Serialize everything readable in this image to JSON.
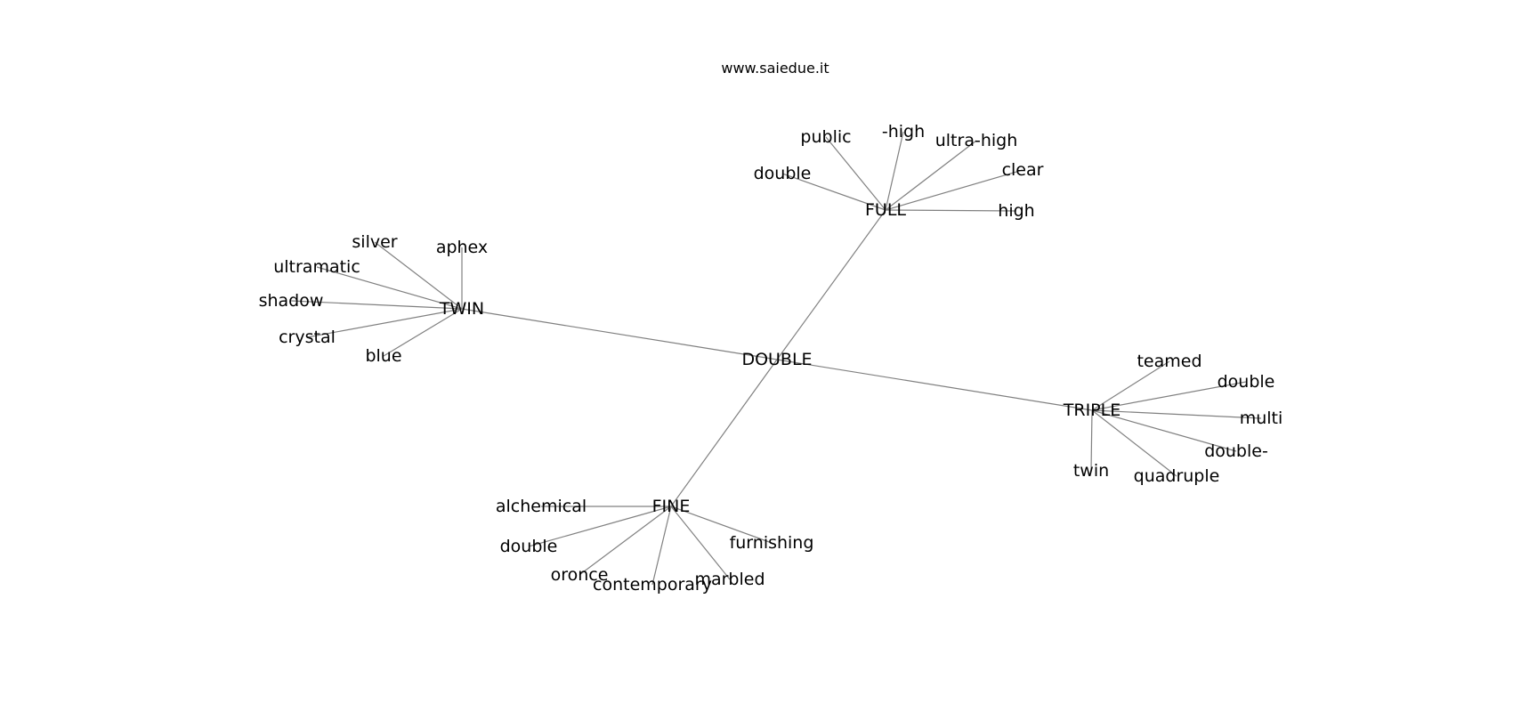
{
  "header": {
    "site": "www.saiedue.it"
  },
  "graph": {
    "edge_color": "#808080",
    "text_color": "#000000",
    "center": {
      "id": "double_center",
      "label": "DOUBLE"
    },
    "hubs": [
      {
        "id": "full",
        "label": "FULL",
        "leaves": [
          {
            "id": "full_public",
            "label": "public"
          },
          {
            "id": "full_minus_high",
            "label": "-high"
          },
          {
            "id": "full_ultra_high",
            "label": "ultra-high"
          },
          {
            "id": "full_clear",
            "label": "clear"
          },
          {
            "id": "full_high",
            "label": "high"
          },
          {
            "id": "full_double",
            "label": "double"
          }
        ]
      },
      {
        "id": "twin",
        "label": "TWIN",
        "leaves": [
          {
            "id": "twin_silver",
            "label": "silver"
          },
          {
            "id": "twin_aphex",
            "label": "aphex"
          },
          {
            "id": "twin_ultramatic",
            "label": "ultramatic"
          },
          {
            "id": "twin_shadow",
            "label": "shadow"
          },
          {
            "id": "twin_crystal",
            "label": "crystal"
          },
          {
            "id": "twin_blue",
            "label": "blue"
          }
        ]
      },
      {
        "id": "triple",
        "label": "TRIPLE",
        "leaves": [
          {
            "id": "triple_teamed",
            "label": "teamed"
          },
          {
            "id": "triple_double",
            "label": "double"
          },
          {
            "id": "triple_multi",
            "label": "multi"
          },
          {
            "id": "triple_double_dash",
            "label": "double-"
          },
          {
            "id": "triple_quadruple",
            "label": "quadruple"
          },
          {
            "id": "triple_twin",
            "label": "twin"
          }
        ]
      },
      {
        "id": "fine",
        "label": "FINE",
        "leaves": [
          {
            "id": "fine_alchemical",
            "label": "alchemical"
          },
          {
            "id": "fine_double",
            "label": "double"
          },
          {
            "id": "fine_oronce",
            "label": "oronce"
          },
          {
            "id": "fine_contemporary",
            "label": "contemporary"
          },
          {
            "id": "fine_marbled",
            "label": "marbled"
          },
          {
            "id": "fine_furnishing",
            "label": "furnishing"
          }
        ]
      }
    ]
  }
}
